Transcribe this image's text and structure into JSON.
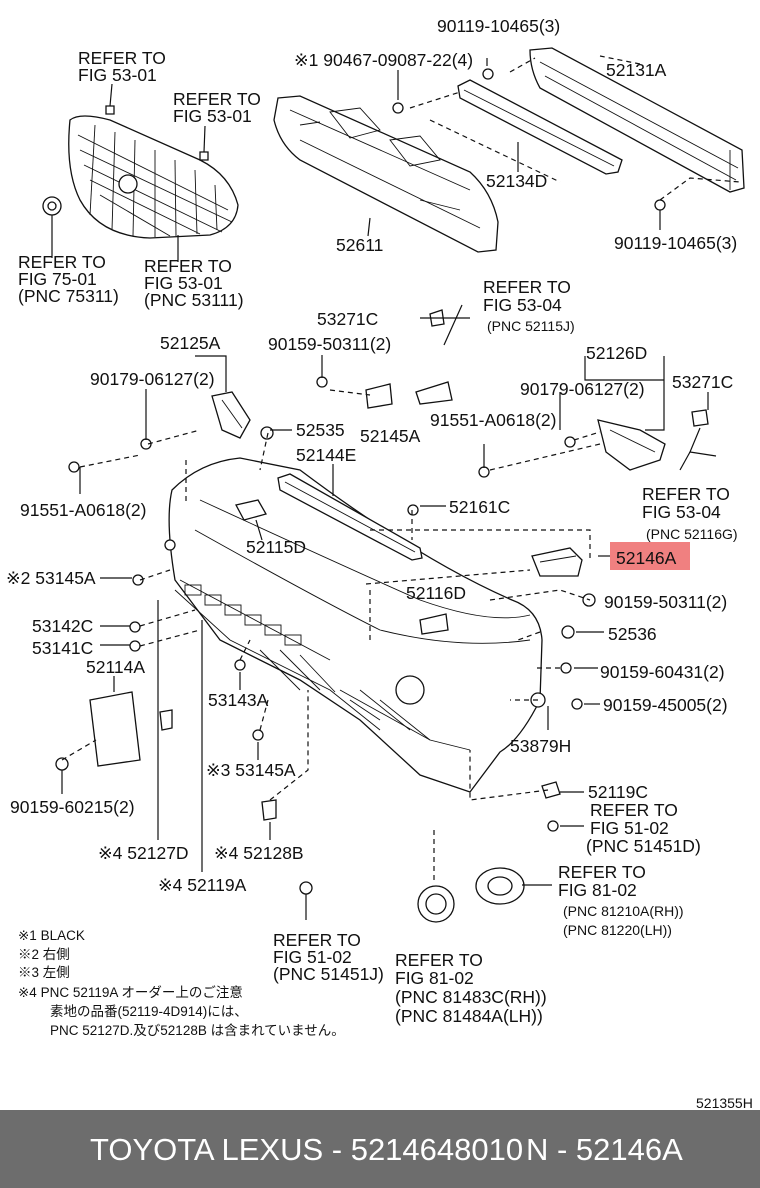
{
  "labels": {
    "p90119_top": "90119-10465(3)",
    "p90467": "※1 90467-09087-22(4)",
    "p52131A": "52131A",
    "p52134D": "52134D",
    "p52611": "52611",
    "p90119_bot": "90119-10465(3)",
    "refer_5301_a_l1": "REFER TO",
    "refer_5301_a_l2": "FIG 53-01",
    "refer_5301_b_l1": "REFER TO",
    "refer_5301_b_l2": "FIG 53-01",
    "refer_7501_l1": "REFER TO",
    "refer_7501_l2": "FIG 75-01",
    "refer_7501_l3": "(PNC 75311)",
    "refer_5301_c_l1": "REFER TO",
    "refer_5301_c_l2": "FIG 53-01",
    "refer_5301_c_l3": "(PNC 53111)",
    "p53271C_a": "53271C",
    "refer_5304_a_l1": "REFER TO",
    "refer_5304_a_l2": "FIG 53-04",
    "refer_5304_a_l3": "(PNC 52115J)",
    "p52125A": "52125A",
    "p90159_50311_a": "90159-50311(2)",
    "p52126D": "52126D",
    "p90179_a": "90179-06127(2)",
    "p90179_b": "90179-06127(2)",
    "p53271C_b": "53271C",
    "p52535": "52535",
    "p52145A": "52145A",
    "p91551_a": "91551-A0618(2)",
    "p52144E": "52144E",
    "refer_5304_b_l1": "REFER TO",
    "refer_5304_b_l2": "FIG 53-04",
    "refer_5304_b_l3": "(PNC 52116G)",
    "p91551_b": "91551-A0618(2)",
    "p52161C": "52161C",
    "p52115D": "52115D",
    "p52146A": "52146A",
    "p53145A_a": "※2 53145A",
    "p52116D": "52116D",
    "p90159_50311_b": "90159-50311(2)",
    "p53142C": "53142C",
    "p52536": "52536",
    "p53141C": "53141C",
    "p90159_60431": "90159-60431(2)",
    "p52114A": "52114A",
    "p53143A": "53143A",
    "p90159_45005": "90159-45005(2)",
    "p53879H": "53879H",
    "p53145A_b": "※3 53145A",
    "p90159_60215": "90159-60215(2)",
    "p52119C": "52119C",
    "refer_5102_a_l1": "REFER TO",
    "refer_5102_a_l2": "FIG 51-02",
    "refer_5102_a_l3": "(PNC 51451D)",
    "p52127D": "※4 52127D",
    "p52128B": "※4 52128B",
    "p52119A": "※4 52119A",
    "refer_8102_a_l1": "REFER TO",
    "refer_8102_a_l2": "FIG 81-02",
    "refer_8102_a_l3": "(PNC 81210A(RH))",
    "refer_8102_a_l4": "(PNC 81220(LH))",
    "refer_5102_b_l1": "REFER TO",
    "refer_5102_b_l2": "FIG 51-02",
    "refer_5102_b_l3": "(PNC 51451J)",
    "refer_8102_b_l1": "REFER TO",
    "refer_8102_b_l2": "FIG 81-02",
    "refer_8102_b_l3": "(PNC 81483C(RH))",
    "refer_8102_b_l4": "(PNC 81484A(LH))",
    "diagram_code": "521355H"
  },
  "notes": [
    "※1 BLACK",
    "※2 右側",
    "※3 左側",
    "※4 PNC 52119A オーダー上のご注意",
    "素地の品番(52119-4D914)には、",
    "PNC 52127D.及び52128B は含まれていません。"
  ],
  "highlight": {
    "part": "52146A",
    "color": "#f08080"
  },
  "footer": {
    "left": "TOYOTA LEXUS - 5214648010",
    "right": "N - 52146A",
    "bg_color": "#6d6d6d"
  }
}
